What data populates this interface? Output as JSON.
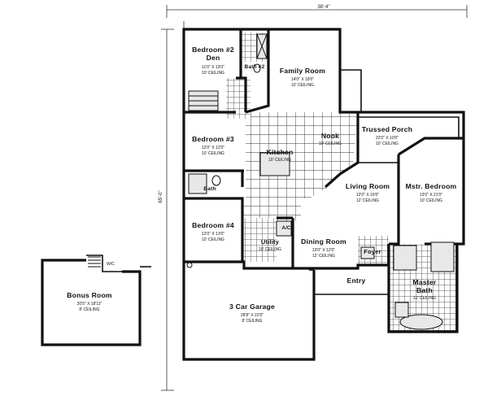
{
  "dimensions": {
    "overall_width": "38'-4\"",
    "overall_depth": "65'-0\""
  },
  "rooms": {
    "bedroom2": {
      "name_line1": "Bedroom #2",
      "name_line2": "Den",
      "size": "11'0\" X 13'0\"",
      "ceiling": "10' CEILING"
    },
    "bath2": {
      "name": "Bath #2"
    },
    "family": {
      "name": "Family Room",
      "size": "14'0\" X 18'0\"",
      "ceiling": "10' CEILING"
    },
    "bedroom3": {
      "name": "Bedroom #3",
      "size": "12'0\" X 12'0\"",
      "ceiling": "10' CEILING"
    },
    "kitchen": {
      "name": "Kitchen",
      "ceiling": "10' CEILING"
    },
    "nook": {
      "name": "Nook",
      "ceiling": "10' CEILING"
    },
    "porch": {
      "name": "Trussed Porch",
      "size": "22'0\" X 10'0\"",
      "ceiling": "10' CEILING"
    },
    "living": {
      "name": "Living Room",
      "size": "12'0\" X 16'0\"",
      "ceiling": "12' CEILING"
    },
    "master_bed": {
      "name": "Mstr. Bedroom",
      "size": "13'0\" X 21'0\"",
      "ceiling": "10' CEILING"
    },
    "bath3": {
      "name": "Bath"
    },
    "bedroom4": {
      "name": "Bedroom #4",
      "size": "12'0\" X 13'0\"",
      "ceiling": "10' CEILING"
    },
    "utility": {
      "name": "Utility",
      "ceiling": "10' CEILING"
    },
    "ac": {
      "name": "A/C"
    },
    "dining": {
      "name": "Dining Room",
      "size": "13'0\" X 12'0\"",
      "ceiling": "12' CEILING"
    },
    "foyer": {
      "name": "Foyer"
    },
    "entry": {
      "name": "Entry"
    },
    "master_bath": {
      "name_line1": "Master",
      "name_line2": "Bath",
      "ceiling": "10' CEILING"
    },
    "garage": {
      "name": "3 Car Garage",
      "size": "28'8\" X 22'0\"",
      "ceiling": "8' CEILING"
    },
    "bonus": {
      "name": "Bonus Room",
      "size": "20'5\" X 18'11\"",
      "ceiling": "8' CEILING"
    }
  },
  "notes": {
    "wic": "W/C"
  }
}
